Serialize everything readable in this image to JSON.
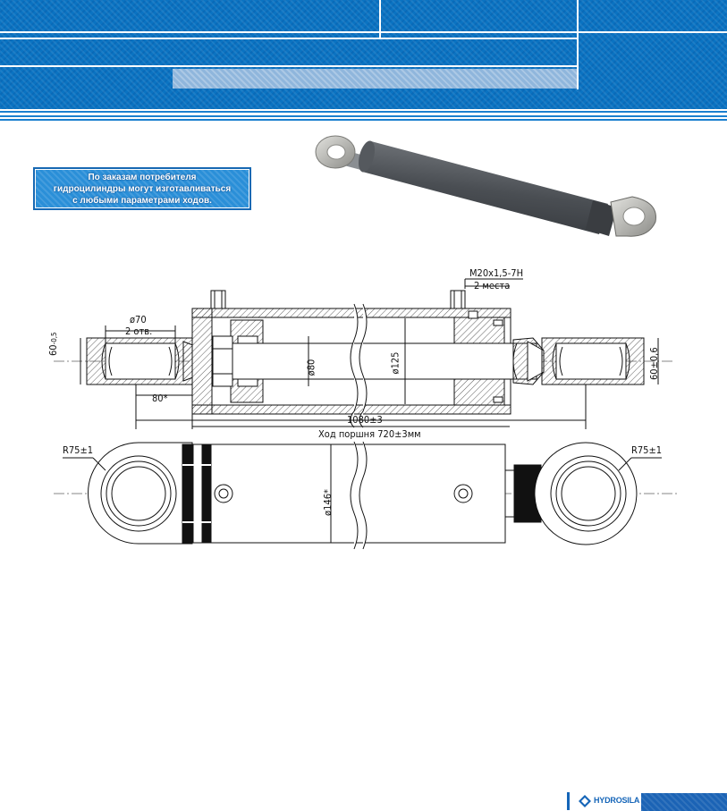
{
  "note": {
    "lines": [
      "По заказам потребителя",
      "гидроцилиндры могут изготавливаться",
      "с любыми параметрами ходов."
    ]
  },
  "dimensions": {
    "thread": "M20x1,5-7H",
    "thread_count": "2 места",
    "hole_dia": "ø70",
    "hole_count": "2 отв.",
    "left_width": "60",
    "left_width_tol": "-0,5",
    "offset": "80*",
    "rod_dia": "ø80",
    "bore_dia": "ø125",
    "right_width": "60±0,6",
    "overall_length": "1080±3",
    "stroke": "Ход поршня 720±3мм",
    "radius_left": "R75±1",
    "radius_right": "R75±1",
    "body_dia": "ø146*"
  },
  "footer": {
    "brand": "HYDROSILA",
    "icon": "hydrosila-logo-icon"
  },
  "colors": {
    "header_blue": "#0a73c2",
    "note_blue": "#2a8fd8",
    "brand_blue": "#1565b8"
  }
}
